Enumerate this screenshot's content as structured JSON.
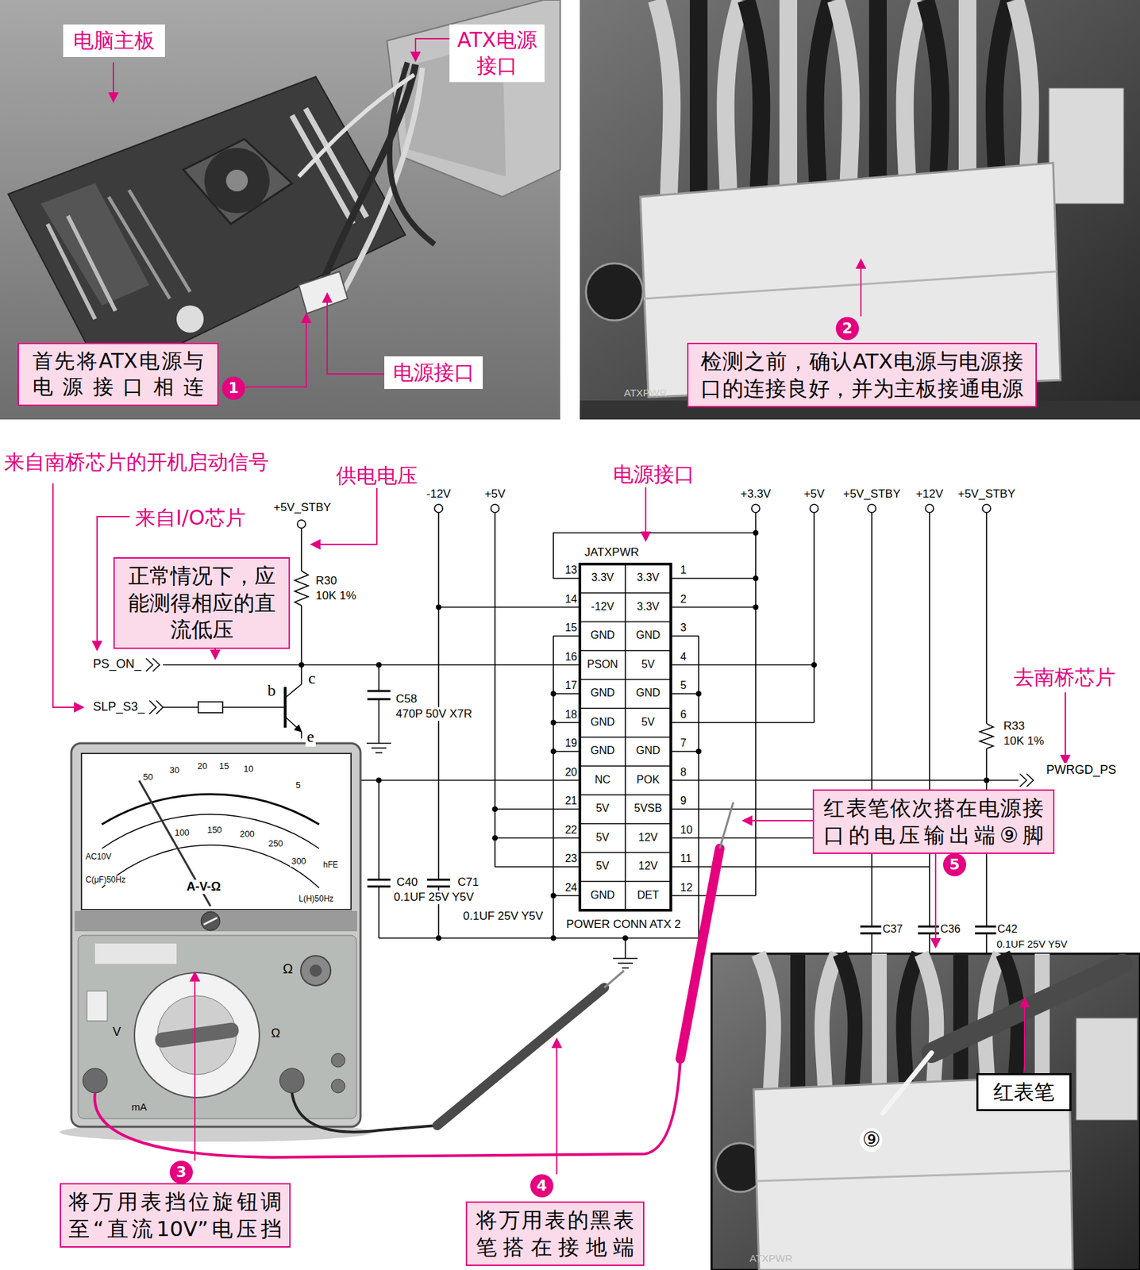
{
  "diagram": {
    "nodes": [
      {
        "text": [
          "电脑主板"
        ]
      },
      {
        "text": [
          "ATX电源接口"
        ]
      },
      {
        "text": [
          "首先将ATX电源与电源接口相连",
          "1"
        ]
      },
      {
        "text": [
          "电源接口"
        ]
      },
      {
        "text": [
          "检测之前，确认ATX电源与电源接口的连接良好，并为主板接通电源",
          "2"
        ]
      },
      {
        "text": [
          "正常情况下，应能测得相应的直流低压"
        ]
      },
      {
        "text": [
          "红表笔依次搭在电源接口的电压输出端⑨脚",
          "5"
        ]
      },
      {
        "text": [
          "将万用表挡位旋钮调至“直流10V”电压挡",
          "3"
        ]
      },
      {
        "text": [
          "将万用表的黑表笔搭在接地端",
          "4"
        ]
      },
      {
        "text": [
          "红表笔"
        ]
      }
    ],
    "labels": [
      "来自南桥芯片的开机启动信号",
      "供电电压",
      "电源接口",
      "来自I/O芯片",
      "去南桥芯片",
      "+5V_STBY",
      "R30",
      "10K 1%",
      "PS_ON_",
      "SLP_S3_",
      "c",
      "b",
      "e",
      "C58",
      "470P 50V X7R",
      "-12V",
      "+5V",
      "+3.3V",
      "+5V",
      "+5V_STBY",
      "+12V",
      "+5V_STBY",
      "JATXPWR",
      "13",
      "14",
      "15",
      "16",
      "17",
      "18",
      "19",
      "20",
      "21",
      "22",
      "23",
      "24",
      "3.3V",
      "-12V",
      "GND",
      "PSON",
      "GND",
      "GND",
      "GND",
      "NC",
      "5V",
      "5V",
      "5V",
      "GND",
      "3.3V",
      "3.3V",
      "GND",
      "5V",
      "GND",
      "5V",
      "GND",
      "POK",
      "5VSB",
      "12V",
      "12V",
      "DET",
      "1",
      "2",
      "3",
      "4",
      "5",
      "6",
      "7",
      "8",
      "9",
      "10",
      "11",
      "12",
      "R33",
      "10K 1%",
      "PWRGD_PS",
      "C40",
      "0.1UF 25V Y5V",
      "C71",
      "0.1UF 25V Y5V",
      "POWER CONN ATX 2",
      "C37",
      "C36",
      "C42",
      "0.1UF 25V Y5V",
      "⑨",
      "ATXPWR",
      "ATXPWR",
      "A-V-Ω",
      "AC10V",
      "C(μF)50Hz",
      "L(H)50Hz",
      "hFE",
      "50",
      "30",
      "20",
      "15",
      "10",
      "5",
      "100",
      "150",
      "200",
      "250",
      "300",
      "Ω",
      "V",
      "Ω",
      "mA"
    ]
  }
}
